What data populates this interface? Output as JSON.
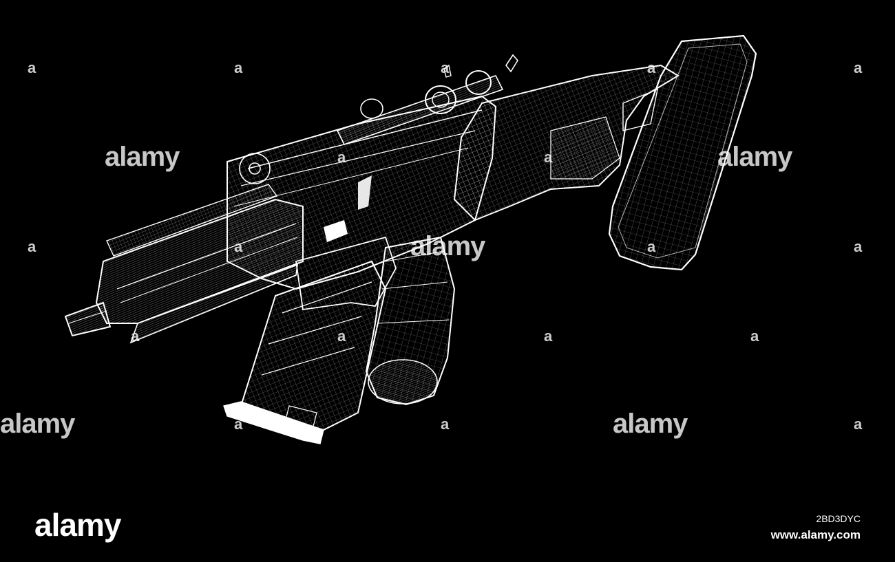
{
  "image": {
    "subject": "wireframe-rifle",
    "background_color": "#000000",
    "line_color": "#ffffff"
  },
  "watermarks": {
    "text": "alamy",
    "small_text": "a"
  },
  "footer": {
    "logo_text": "alamy",
    "stock_id": "2BD3DYC",
    "site_url": "www.alamy.com"
  }
}
